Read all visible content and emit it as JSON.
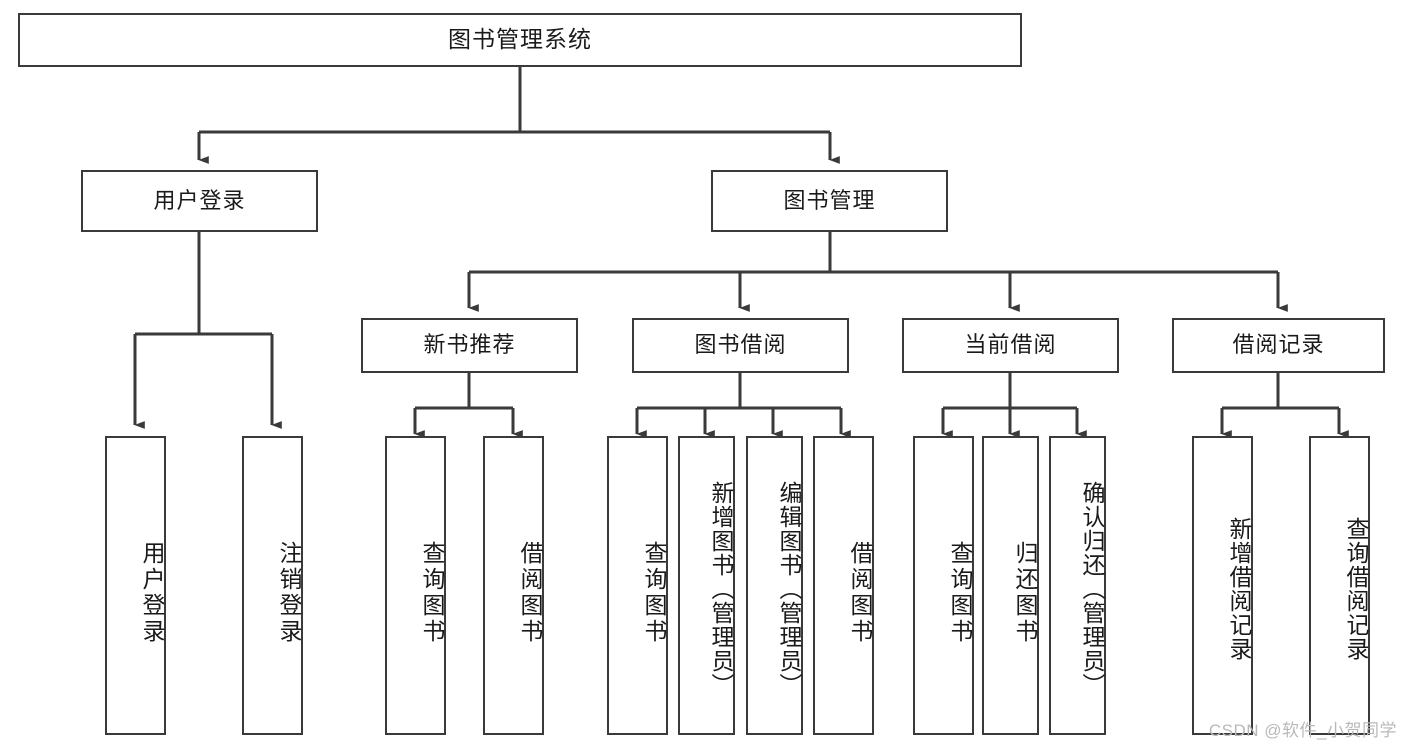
{
  "diagram": {
    "title": "图书管理系统",
    "type": "tree-hierarchy",
    "root": {
      "label": "图书管理系统"
    },
    "level2": [
      {
        "label": "用户登录"
      },
      {
        "label": "图书管理"
      }
    ],
    "level3": [
      {
        "label": "新书推荐"
      },
      {
        "label": "图书借阅"
      },
      {
        "label": "当前借阅"
      },
      {
        "label": "借阅记录"
      }
    ],
    "leaves": {
      "user_login": [
        {
          "label": "用户登录"
        },
        {
          "label": "注销登录"
        }
      ],
      "new_book_recommend": [
        {
          "label": "查询图书"
        },
        {
          "label": "借阅图书"
        }
      ],
      "book_borrow": [
        {
          "label": "查询图书"
        },
        {
          "label": "新增图书（管理员）"
        },
        {
          "label": "编辑图书（管理员）"
        },
        {
          "label": "借阅图书"
        }
      ],
      "current_borrow": [
        {
          "label": "查询图书"
        },
        {
          "label": "归还图书"
        },
        {
          "label": "确认归还（管理员）"
        }
      ],
      "borrow_record": [
        {
          "label": "新增借阅记录"
        },
        {
          "label": "查询借阅记录"
        }
      ]
    }
  },
  "watermark": {
    "text": "CSDN @软件_小贺同学"
  },
  "colors": {
    "box_border": "#3a3a3a",
    "box_fill": "#ffffff",
    "edge": "#3a3a3a",
    "text": "#1a1a1a",
    "watermark": "#b9b9b9",
    "background": "#ffffff"
  }
}
